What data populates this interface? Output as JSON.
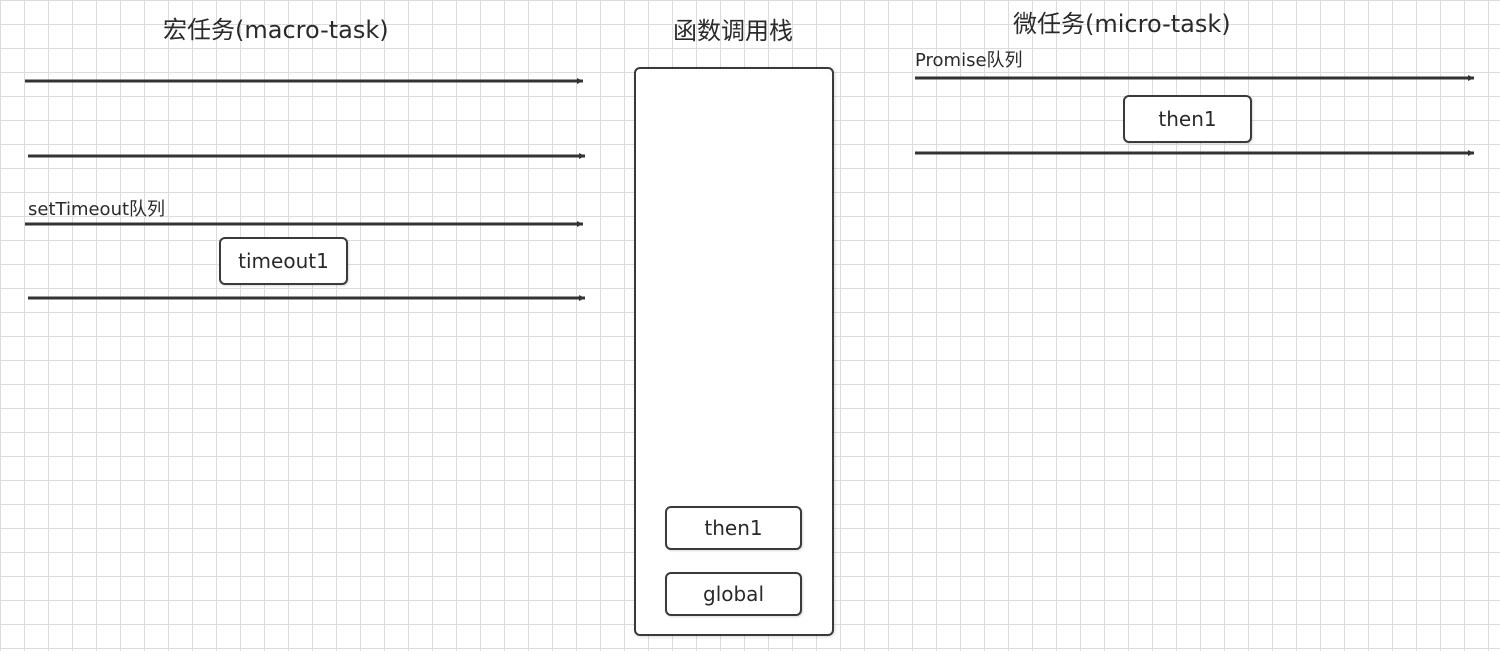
{
  "titles": {
    "macro": "宏任务(macro-task)",
    "stack": "函数调用栈",
    "micro": "微任务(micro-task)"
  },
  "macro": {
    "queue_label": "setTimeout队列",
    "task": "timeout1"
  },
  "micro": {
    "queue_label": "Promise队列",
    "task": "then1"
  },
  "call_stack": {
    "frames": [
      "then1",
      "global"
    ]
  },
  "colors": {
    "line": "#333333",
    "grid": "#dcdcdc",
    "text": "#2a2a2a"
  }
}
